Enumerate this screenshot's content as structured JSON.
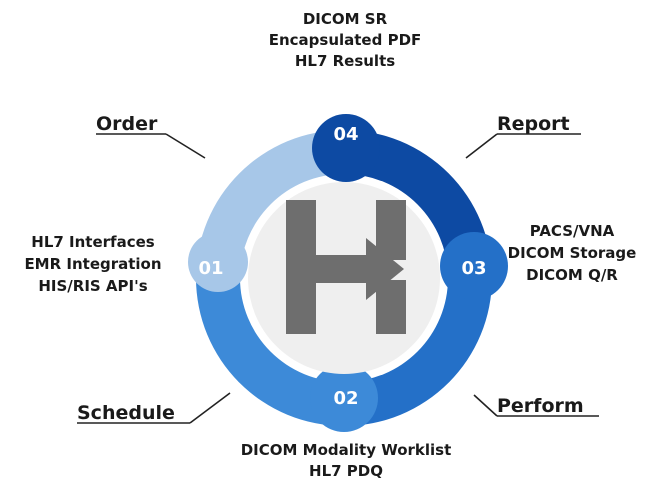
{
  "stages": [
    {
      "id": "01",
      "name": "Order",
      "color": "#a7c7e8",
      "details": [
        "HL7 Interfaces",
        "EMR Integration",
        "HIS/RIS API's"
      ]
    },
    {
      "id": "02",
      "name": "Schedule",
      "color": "#3d8ad8",
      "details": [
        "DICOM Modality Worklist",
        "HL7 PDQ"
      ]
    },
    {
      "id": "03",
      "name": "Perform",
      "color": "#2470c8",
      "details": [
        "PACS/VNA",
        "DICOM Storage",
        "DICOM Q/R"
      ]
    },
    {
      "id": "04",
      "name": "Report",
      "color": "#0d4aa3",
      "details": [
        "DICOM SR",
        "Encapsulated PDF",
        "HL7 Results"
      ]
    }
  ],
  "center_logo": {
    "icon": "h-arrow-logo-icon",
    "color": "#6e6e6e",
    "background": "#efefef"
  }
}
